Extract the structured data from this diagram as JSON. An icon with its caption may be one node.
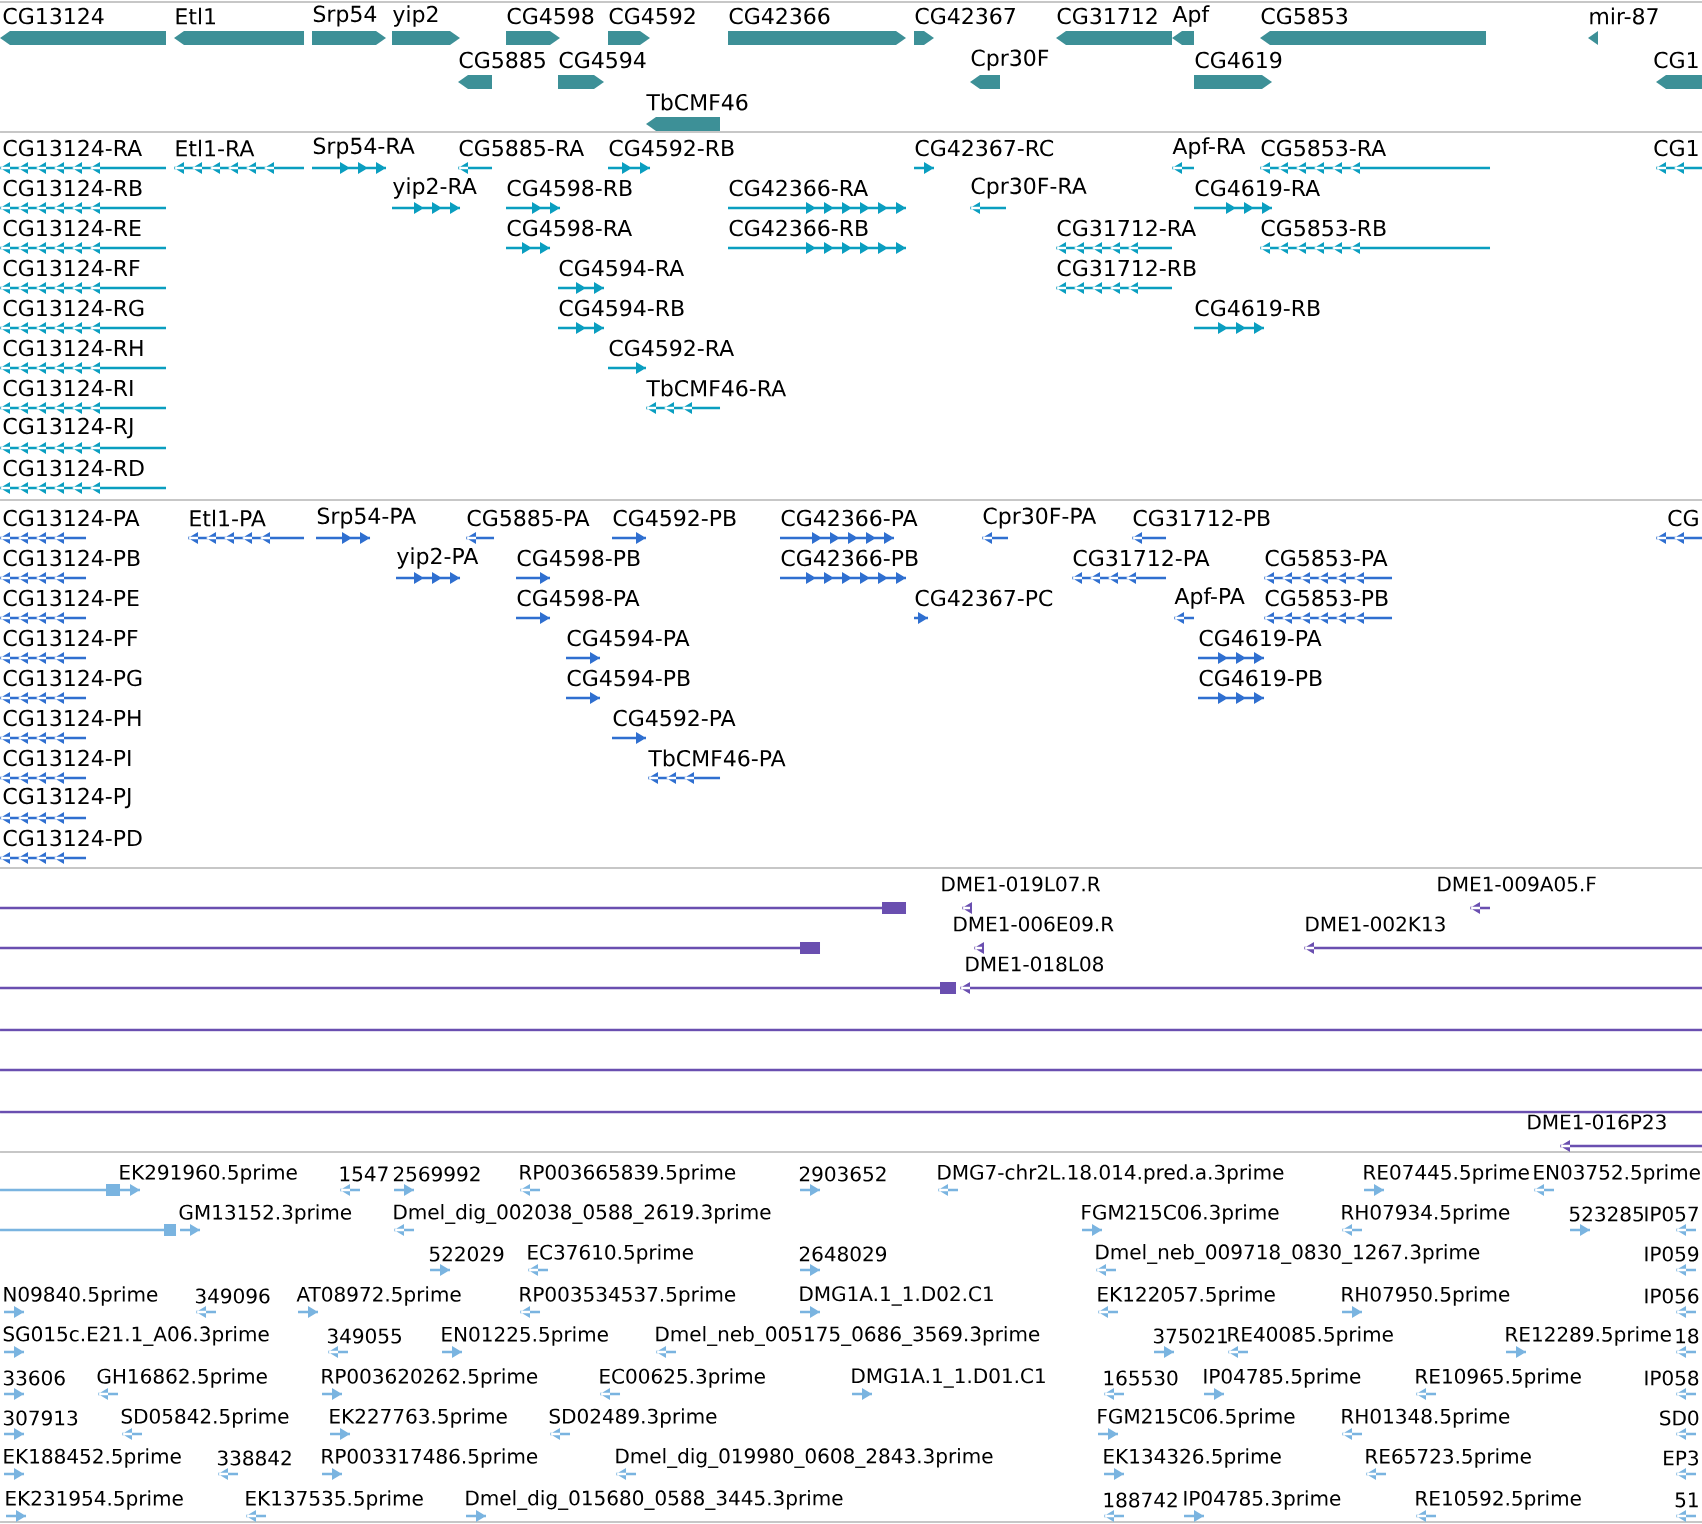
{
  "diagram": {
    "labels": [
      "CG13124",
      "Etl1",
      "Srp54",
      "yip2",
      "CG4598",
      "CG4592",
      "CG42366",
      "CG42367",
      "CG31712",
      "Apf",
      "CG5853",
      "mir-87",
      "CG5885",
      "CG4594",
      "Cpr30F",
      "CG4619",
      "CG1",
      "TbCMF46",
      "CG13124-RA",
      "Etl1-RA",
      "Srp54-RA",
      "CG5885-RA",
      "CG4592-RB",
      "CG42367-RC",
      "Apf-RA",
      "CG5853-RA",
      "CG1",
      "CG13124-RB",
      "yip2-RA",
      "CG4598-RB",
      "CG42366-RA",
      "Cpr30F-RA",
      "CG4619-RA",
      "CG13124-RE",
      "CG4598-RA",
      "CG42366-RB",
      "CG31712-RA",
      "CG5853-RB",
      "CG13124-RF",
      "CG4594-RA",
      "CG31712-RB",
      "CG13124-RG",
      "CG4594-RB",
      "CG4619-RB",
      "CG13124-RH",
      "CG4592-RA",
      "CG13124-RI",
      "TbCMF46-RA",
      "CG13124-RJ",
      "CG13124-RD",
      "CG13124-PA",
      "Etl1-PA",
      "Srp54-PA",
      "CG5885-PA",
      "CG4592-PB",
      "CG42366-PA",
      "Cpr30F-PA",
      "CG31712-PB",
      "CG",
      "CG13124-PB",
      "yip2-PA",
      "CG4598-PB",
      "CG42366-PB",
      "CG31712-PA",
      "CG5853-PA",
      "CG13124-PE",
      "CG4598-PA",
      "CG42367-PC",
      "Apf-PA",
      "CG5853-PB",
      "CG13124-PF",
      "CG4594-PA",
      "CG4619-PA",
      "CG13124-PG",
      "CG4594-PB",
      "CG4619-PB",
      "CG13124-PH",
      "CG4592-PA",
      "CG13124-PI",
      "TbCMF46-PA",
      "CG13124-PJ",
      "CG13124-PD",
      "DME1-019L07.R",
      "DME1-009A05.F",
      "DME1-006E09.R",
      "DME1-002K13",
      "DME1-018L08",
      "DME1-016P23",
      "EK291960.5prime",
      "1547",
      "2569992",
      "RP003665839.5prime",
      "2903652",
      "DMG7-chr2L.18.014.pred.a.3prime",
      "RE07445.5prime",
      "EN03752.5prime",
      "GM13152.3prime",
      "Dmel_dig_002038_0588_2619.3prime",
      "FGM215C06.3prime",
      "RH07934.5prime",
      "523285",
      "IP057",
      "522029",
      "EC37610.5prime",
      "2648029",
      "Dmel_neb_009718_0830_1267.3prime",
      "IP059",
      "N09840.5prime",
      "349096",
      "AT08972.5prime",
      "RP003534537.5prime",
      "DMG1A.1_1.D02.C1",
      "EK122057.5prime",
      "RH07950.5prime",
      "IP056",
      "SG015c.E21.1_A06.3prime",
      "349055",
      "EN01225.5prime",
      "Dmel_neb_005175_0686_3569.3prime",
      "375021",
      "RE40085.5prime",
      "RE12289.5prime",
      "18",
      "33606",
      "GH16862.5prime",
      "RP003620262.5prime",
      "EC00625.3prime",
      "DMG1A.1_1.D01.C1",
      "165530",
      "IP04785.5prime",
      "RE10965.5prime",
      "IP058",
      "307913",
      "SD05842.5prime",
      "EK227763.5prime",
      "SD02489.3prime",
      "FGM215C06.5prime",
      "RH01348.5prime",
      "SD0",
      "EK188452.5prime",
      "338842",
      "RP003317486.5prime",
      "Dmel_dig_019980_0608_2843.3prime",
      "EK134326.5prime",
      "RE65723.5prime",
      "EP3",
      "EK231954.5prime",
      "EK137535.5prime",
      "Dmel_dig_015680_0588_3445.3prime",
      "188742",
      "IP04785.3prime",
      "RE10592.5prime",
      "51"
    ]
  }
}
